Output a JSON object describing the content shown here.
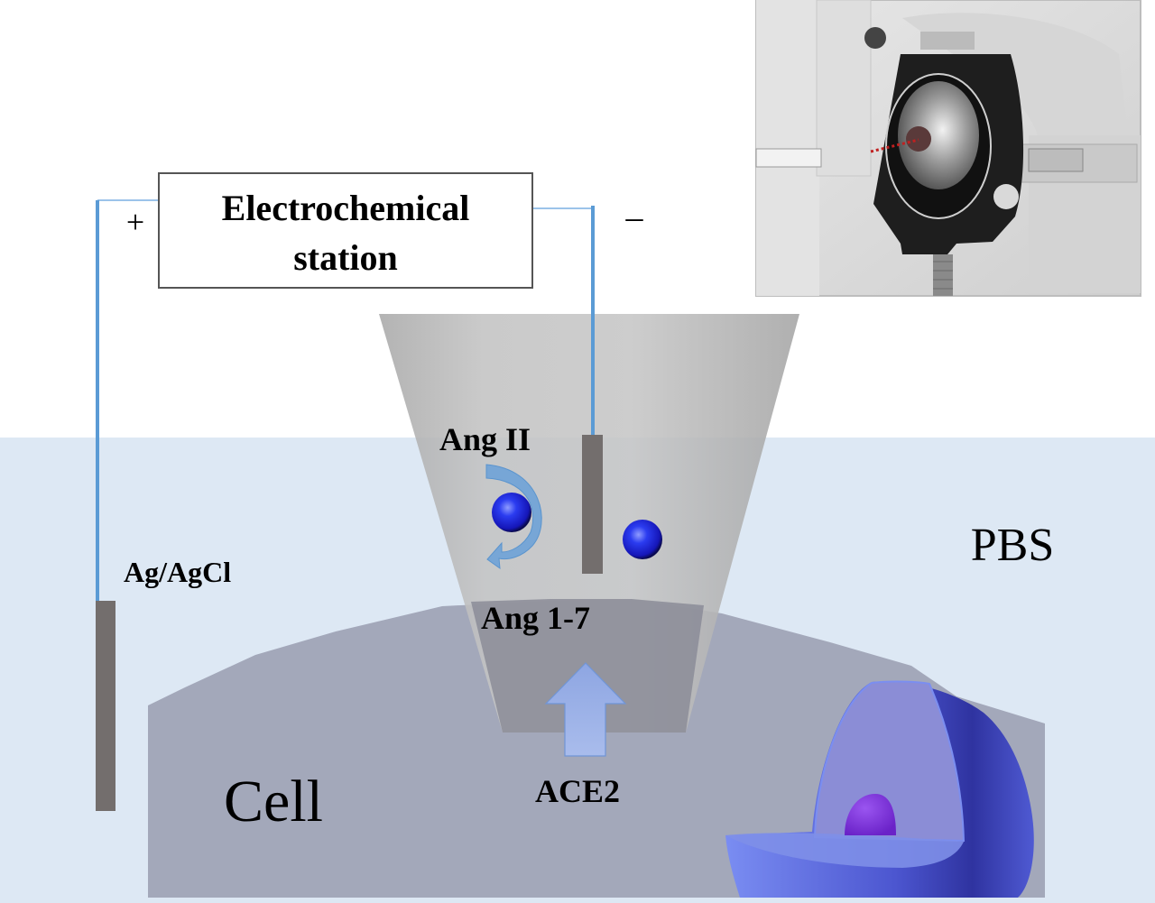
{
  "diagram": {
    "title": "Nanopipette electrochemical detection of ACE2 activity at a single cell",
    "instrument": {
      "box_label_line1": "Electrochemical",
      "box_label_line2": "station",
      "positive_terminal": "+",
      "negative_terminal": "–"
    },
    "electrodes": {
      "reference_label": "Ag/AgCl"
    },
    "solution_label": "PBS",
    "cell_label": "Cell",
    "molecules": {
      "substrate_label": "Ang II",
      "product_label": "Ang 1-7",
      "enzyme_label": "ACE2"
    },
    "inset": {
      "description": "photo-instrument-ion-source",
      "icon": "mass-spectrometer-inlet-photo"
    },
    "colors": {
      "wire": "#5b9bd5",
      "electrode": "#736e6d",
      "pbs": "#dde8f4",
      "cell": "#a3a8ba",
      "pipette": "#bdbdbd",
      "molecule": "#1a22d6",
      "arrow_fill": "#97aee0",
      "nucleus": "#7f3fe0",
      "cell_body": "#5b63dd"
    }
  }
}
